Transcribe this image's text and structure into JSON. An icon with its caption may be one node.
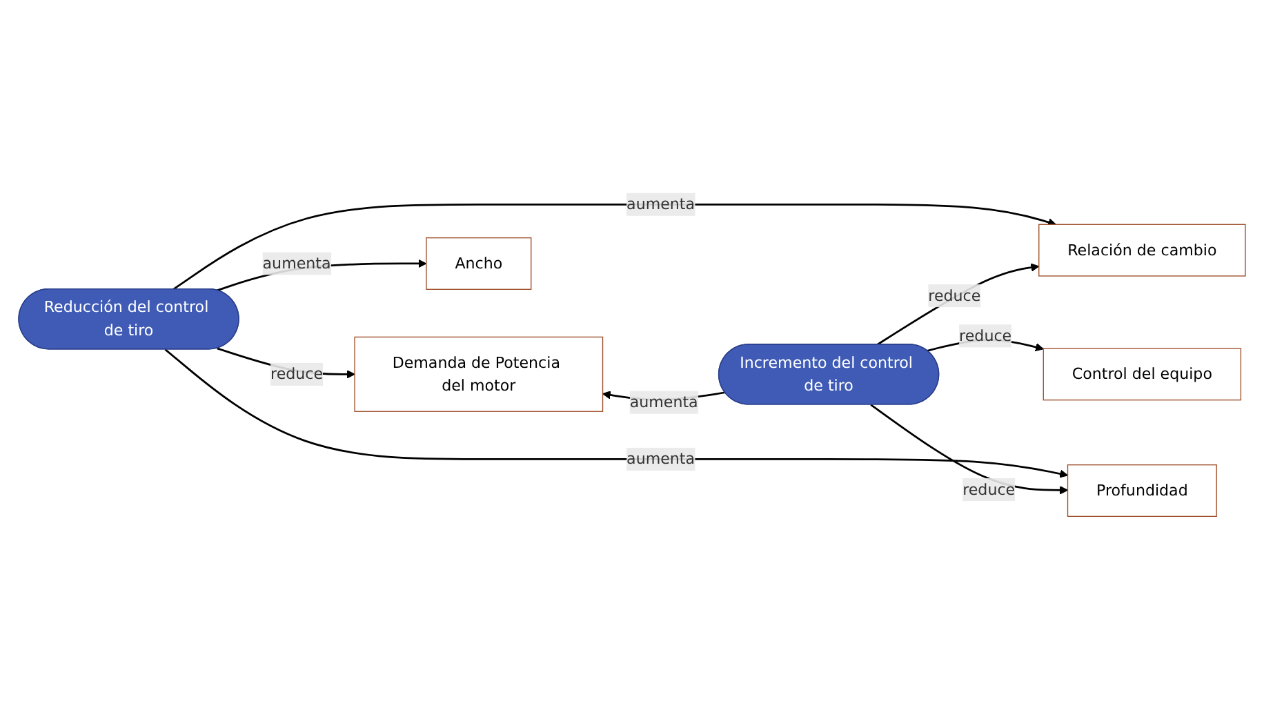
{
  "diagram": {
    "nodes": [
      {
        "text": [
          "Demanda de Potencia del motor"
        ]
      },
      {
        "text": [
          "Reducción del control de tiro"
        ]
      },
      {
        "text": [
          "Relación de cambio"
        ]
      },
      {
        "text": [
          "Incremento del control de tiro"
        ]
      },
      {
        "text": [
          "Control del equipo"
        ]
      },
      {
        "text": [
          "Profundidad"
        ]
      },
      {
        "text": [
          "Ancho"
        ]
      }
    ],
    "edges": [
      {
        "from": 1,
        "to": 0,
        "arrow": "to",
        "label": "reduce"
      },
      {
        "from": 3,
        "to": 0,
        "arrow": "to",
        "label": "aumenta"
      },
      {
        "from": 1,
        "to": 2,
        "arrow": "to",
        "label": "aumenta"
      },
      {
        "from": 3,
        "to": 2,
        "arrow": "to",
        "label": "reduce"
      },
      {
        "from": 3,
        "to": 4,
        "arrow": "to",
        "label": "reduce"
      },
      {
        "from": 1,
        "to": 5,
        "arrow": "to",
        "label": "aumenta"
      },
      {
        "from": 1,
        "to": 6,
        "arrow": "to",
        "label": "aumenta"
      },
      {
        "from": 3,
        "to": 5,
        "arrow": "to",
        "label": "reduce"
      }
    ]
  }
}
